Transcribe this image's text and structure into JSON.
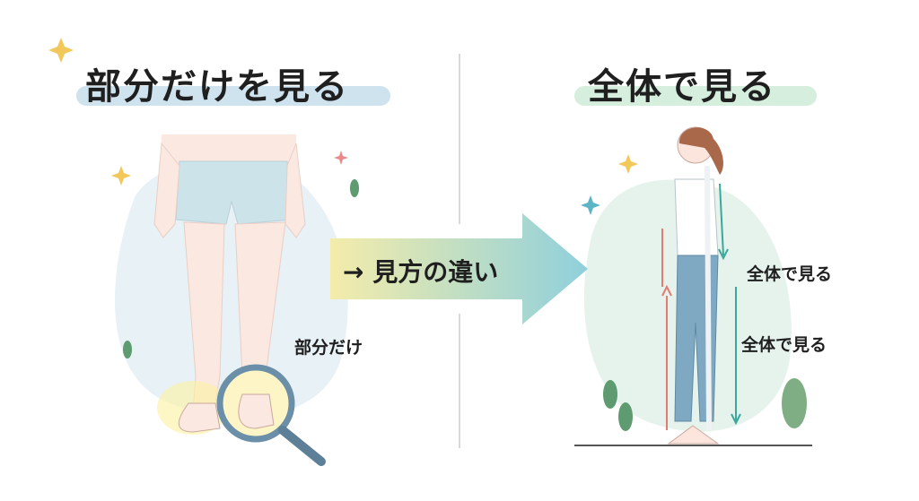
{
  "left_panel": {
    "title": "部分だけを見る",
    "callout": "部分だけ"
  },
  "center": {
    "arrow_label": "→ 見方の違い"
  },
  "right_panel": {
    "title": "全体で見る",
    "callouts": [
      "全体で見る",
      "全体で見る"
    ]
  },
  "colors": {
    "left_highlight": "#cfe3ef",
    "right_highlight": "#d6eedd",
    "arrow_start": "#f4ecaa",
    "arrow_end": "#8fd0dc",
    "down_arrow": "#3aa89a",
    "up_arrow": "#e27b72"
  }
}
